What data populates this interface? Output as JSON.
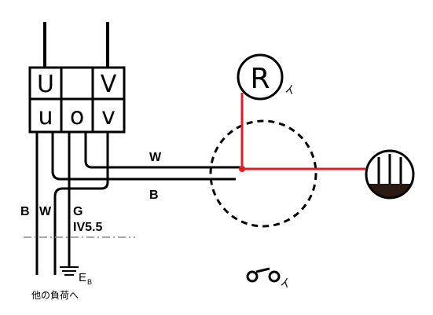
{
  "terminal_block": {
    "top_left": "U",
    "top_right": "V",
    "bottom_left": "u",
    "bottom_middle": "o",
    "bottom_right": "v"
  },
  "wires": {
    "w_label_right": "W",
    "b_label_right": "B",
    "b_label_left": "B",
    "w_label_left": "W",
    "g_label": "G",
    "ground_wire_size": "IV5.5"
  },
  "ground": {
    "label": "E",
    "subscript": "B"
  },
  "load_note": "他の負荷へ",
  "lamp": {
    "symbol": "R",
    "tag": "イ"
  },
  "switch": {
    "tag": "イ"
  },
  "colors": {
    "line": "#000000",
    "red_wire": "#e0201e",
    "outlet_fill": "#2a1a14",
    "dashed_guide": "#888888"
  }
}
